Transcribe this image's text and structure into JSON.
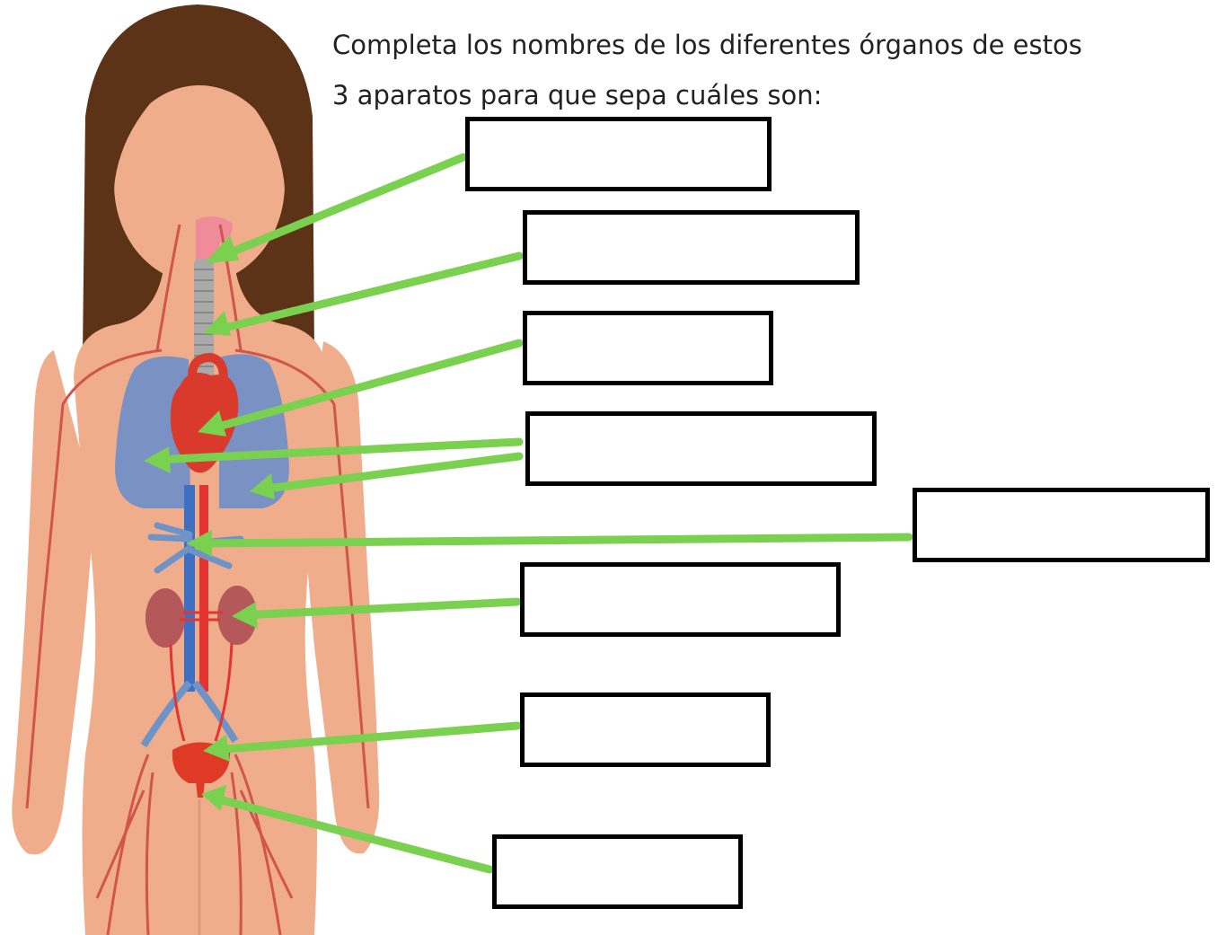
{
  "instructions": {
    "line1": "Completa los nombres de los diferentes órganos de estos",
    "line2": "3 aparatos para que sepa cuáles son:"
  },
  "answer_boxes": [
    {
      "label": "box-1",
      "value": "",
      "points_to": "larynx"
    },
    {
      "label": "box-2",
      "value": "",
      "points_to": "trachea"
    },
    {
      "label": "box-3",
      "value": "",
      "points_to": "heart"
    },
    {
      "label": "box-4",
      "value": "",
      "points_to": "lungs"
    },
    {
      "label": "box-5",
      "value": "",
      "points_to": "blood-vessels"
    },
    {
      "label": "box-6",
      "value": "",
      "points_to": "kidney"
    },
    {
      "label": "box-7",
      "value": "",
      "points_to": "bladder"
    },
    {
      "label": "box-8",
      "value": "",
      "points_to": "urethra"
    }
  ],
  "colors": {
    "hair": "#5c3317",
    "skin": "#f0ad8c",
    "skin_shade": "#dd9a7a",
    "lungs": "#6d8fc9",
    "heart": "#d93a2b",
    "artery": "#e3342f",
    "vein": "#3d6fc4",
    "kidney": "#b4585a",
    "bladder": "#de3a26",
    "arrow": "#7ad150",
    "box_border": "#000000"
  }
}
